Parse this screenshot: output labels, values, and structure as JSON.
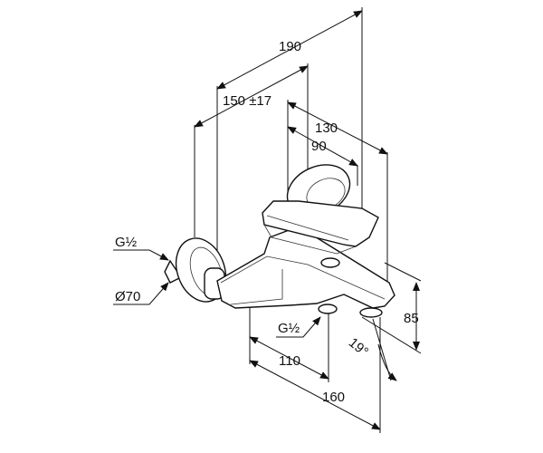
{
  "drawing": {
    "dimensions": {
      "overall_depth": "190",
      "wall_projection": "150 ±17",
      "spout_depth": "130",
      "handle_depth": "90",
      "outlet_depth": "110",
      "total_depth": "160",
      "height": "85",
      "angle": "19°"
    },
    "labels": {
      "inlet_thread": "G½",
      "rosette_diameter": "Ø70",
      "outlet_thread": "G½"
    }
  }
}
